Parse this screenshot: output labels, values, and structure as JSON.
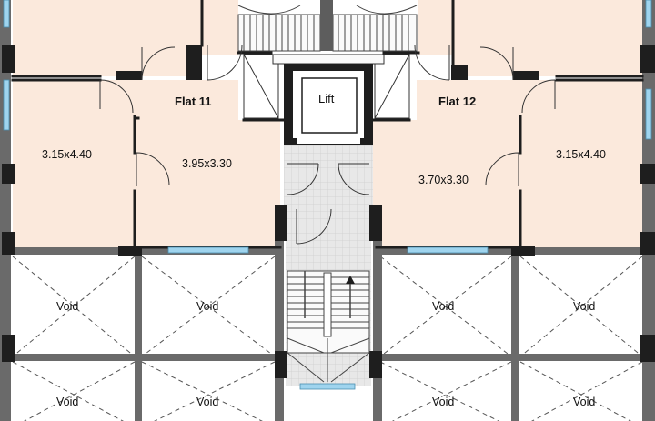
{
  "plan": {
    "flats": [
      {
        "label": "Flat 11"
      },
      {
        "label": "Flat 12"
      }
    ],
    "rooms": [
      {
        "label": "3.15x4.40"
      },
      {
        "label": "3.95x3.30"
      },
      {
        "label": "3.70x3.30"
      },
      {
        "label": "3.15x4.40"
      }
    ],
    "lift": {
      "label": "Lift"
    },
    "voids": [
      "Void",
      "Void",
      "Void",
      "Void",
      "Void",
      "Void",
      "Void",
      "Void"
    ],
    "colors": {
      "room_fill": "#fbe9dc",
      "wall": "#1e1e1e",
      "column": "#5d5d5d",
      "window": "#9fd4ee",
      "corridor": "#e6e6e6"
    }
  }
}
